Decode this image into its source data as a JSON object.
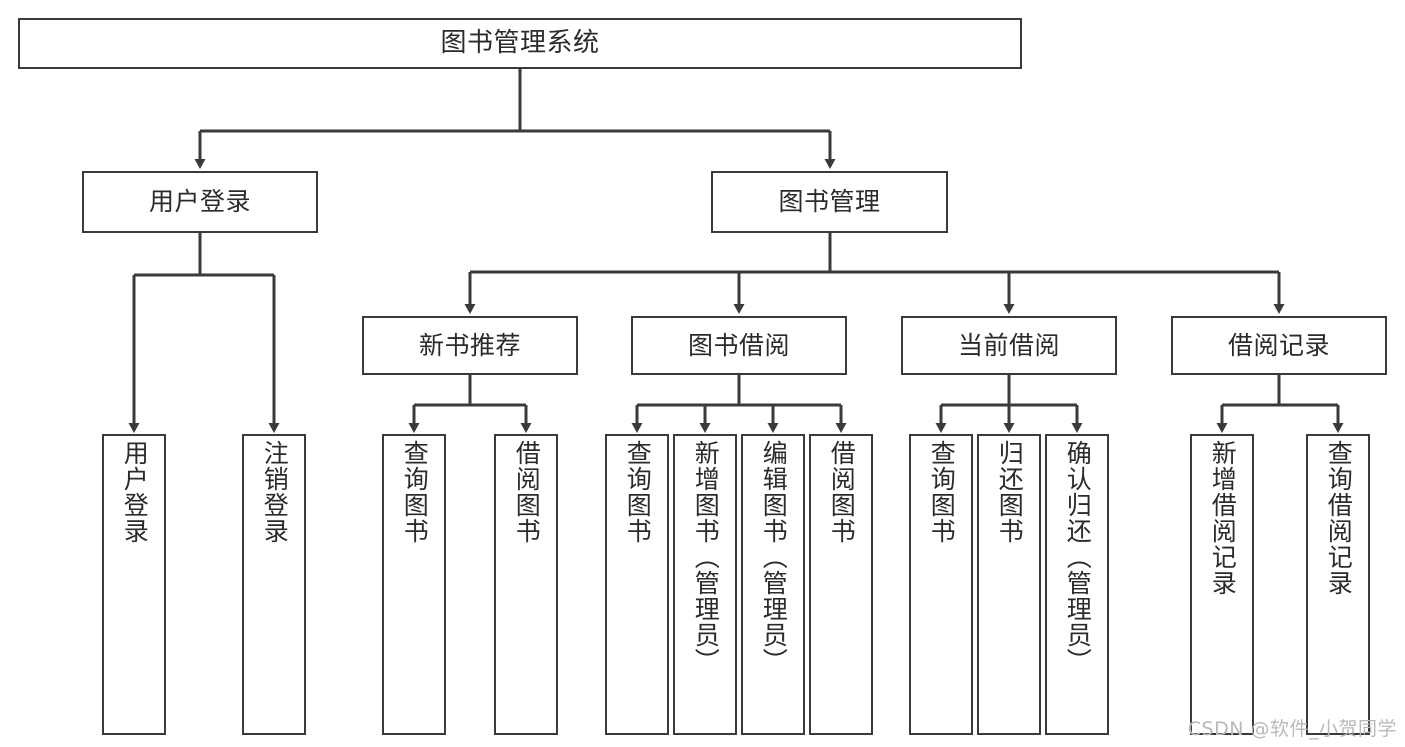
{
  "diagram": {
    "title": "图书管理系统",
    "type": "hierarchy-tree",
    "watermark": "CSDN @软件_小贺同学",
    "colors": {
      "stroke": "#3a3a3a",
      "fill": "#ffffff",
      "text": "#2b2b2b",
      "watermark": "#b9b9b9"
    },
    "root": {
      "label": "图书管理系统"
    },
    "level2": [
      {
        "label": "用户登录"
      },
      {
        "label": "图书管理"
      }
    ],
    "level3": [
      {
        "label": "新书推荐"
      },
      {
        "label": "图书借阅"
      },
      {
        "label": "当前借阅"
      },
      {
        "label": "借阅记录"
      }
    ],
    "leaves": {
      "user_login": [
        {
          "label": "用户登录"
        },
        {
          "label": "注销登录"
        }
      ],
      "new_book": [
        {
          "label": "查询图书"
        },
        {
          "label": "借阅图书"
        }
      ],
      "book_borrow": [
        {
          "label": "查询图书"
        },
        {
          "label": "新增图书（管理员）"
        },
        {
          "label": "编辑图书（管理员）"
        },
        {
          "label": "借阅图书"
        }
      ],
      "current_borrow": [
        {
          "label": "查询图书"
        },
        {
          "label": "归还图书"
        },
        {
          "label": "确认归还（管理员）"
        }
      ],
      "borrow_record": [
        {
          "label": "新增借阅记录"
        },
        {
          "label": "查询借阅记录"
        }
      ]
    }
  }
}
